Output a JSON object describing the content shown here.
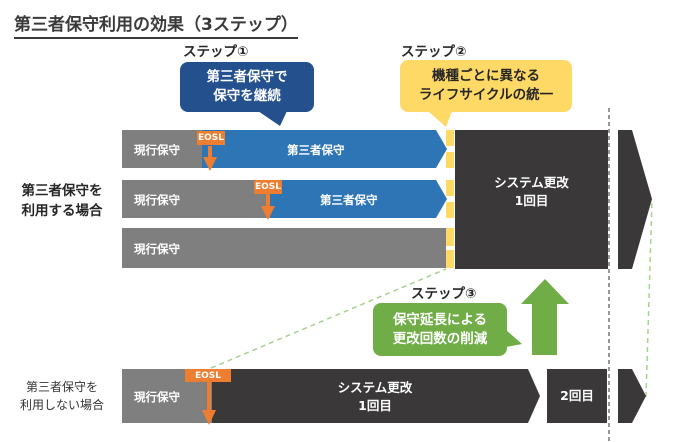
{
  "title": "第三者保守利用の効果（3ステップ）",
  "steps": {
    "step1": "ステップ①",
    "step2": "ステップ②",
    "step3": "ステップ③"
  },
  "callouts": {
    "step1": [
      "第三者保守で",
      "保守を継続"
    ],
    "step2": [
      "機種ごとに異なる",
      "ライフサイクルの統一"
    ],
    "step3": [
      "保守延長による",
      "更改回数の削減"
    ]
  },
  "sides": {
    "with_third_party": [
      "第三者保守を",
      "利用する場合"
    ],
    "without_third_party": [
      "第三者保守を",
      "利用しない場合"
    ]
  },
  "rows": {
    "current": "現行保守",
    "third_party": "第三者保守",
    "eosl": "EOSL"
  },
  "system_update": {
    "label": "システム更改",
    "first": "1回目",
    "second": "2回目"
  },
  "colors": {
    "gray": "#7f7f7f",
    "blue": "#2e75b6",
    "dark": "#3a3838",
    "orange": "#ed7d31",
    "yellow": "#ffd966",
    "green": "#70ad47",
    "navy": "#24508e"
  }
}
